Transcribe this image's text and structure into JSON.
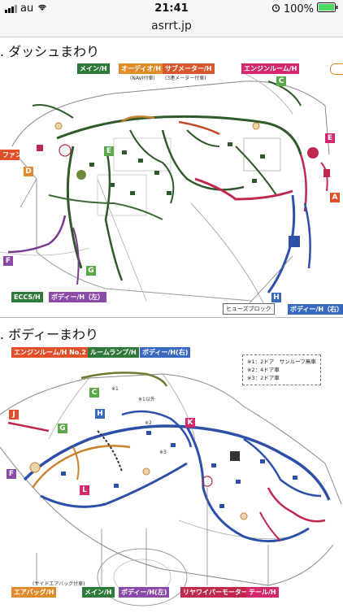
{
  "status_bar": {
    "carrier": "au",
    "time": "21:41",
    "battery": "100%"
  },
  "browser": {
    "url": "asrrt.jp"
  },
  "section1": {
    "title": ". ダッシュまわり",
    "labels": {
      "main": "メイン/H",
      "audio": "オーディオ/H",
      "audio_note": "(NAVI付車)",
      "submeter": "サブメーター/H",
      "submeter_note": "(3連メーター付車)",
      "engineroom": "エンジンルーム/H",
      "fan": "ファン",
      "eccs": "ECCS/H",
      "body_left": "ボディー/H（左）",
      "body_right": "ボディー/H（右）",
      "fusebox": "ヒューズブロック"
    },
    "letters": [
      "C",
      "E",
      "E",
      "A",
      "D",
      "F",
      "G",
      "H"
    ]
  },
  "section2": {
    "title": ". ボディーまわり",
    "labels": {
      "engineroom2": "エンジンルーム/H No.2",
      "roomlamp": "ルームランプ/H",
      "body_right": "ボディー/H(右)",
      "airbag": "エアバッグ/H",
      "airbag_note": "(サイドエアバッグ付車)",
      "main": "メイン/H",
      "body_left": "ボディー/H(左)",
      "wiper": "リヤワイパーモーター",
      "tail": "テール/H"
    },
    "legend": [
      "※1：2ドア　サンルーフ無車",
      "※2：4ドア車",
      "※3：2ドア車"
    ],
    "notes": [
      "※1",
      "※1以外",
      "※2",
      "※3"
    ],
    "letters": [
      "C",
      "H",
      "J",
      "G",
      "K",
      "F",
      "L"
    ]
  }
}
